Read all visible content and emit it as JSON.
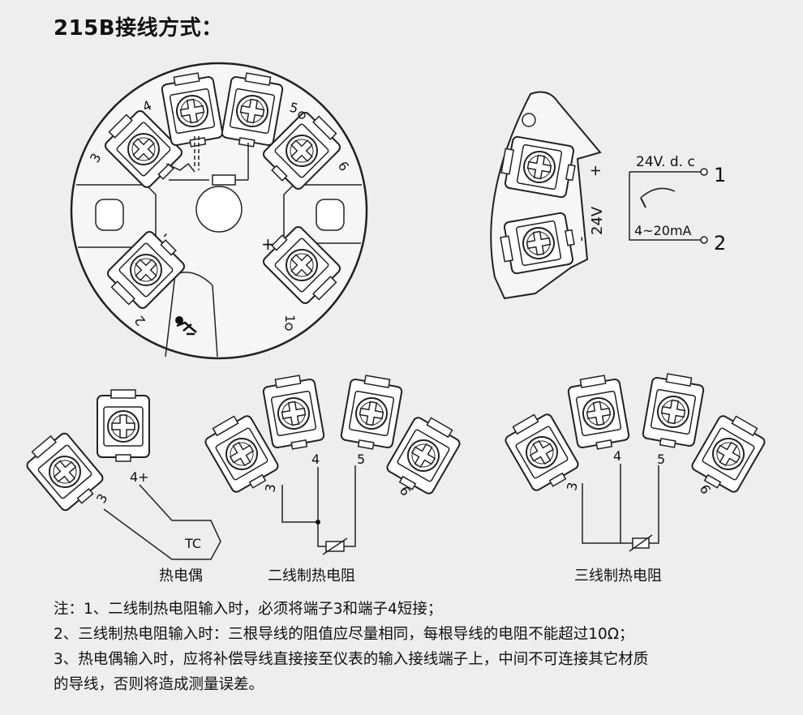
{
  "title": "215B接线方式：",
  "head_terminals": {
    "t1": "1",
    "t2": "2",
    "t3": "3",
    "t4": "4",
    "t5": "5",
    "t6": "6",
    "minus": "-",
    "plus": "+"
  },
  "power_side": {
    "voltage_vertical": "24V",
    "minus": "-",
    "plus": "+",
    "supply": "24V. d. c",
    "current": "4~20mA",
    "pin1": "1",
    "pin2": "2"
  },
  "sub_diagrams": {
    "thermocouple": {
      "caption": "热电偶",
      "tc_label": "TC",
      "term3": "3",
      "term4": "4+"
    },
    "two_wire": {
      "caption": "二线制热电阻",
      "t3": "3",
      "t4": "4",
      "t5": "5",
      "t6": "6"
    },
    "three_wire": {
      "caption": "三线制热电阻",
      "t3": "3",
      "t4": "4",
      "t5": "5",
      "t6": "6"
    }
  },
  "notes": [
    "注：1、二线制热电阻输入时，必须将端子3和端子4短接；",
    "2、三线制热电阻输入时：三根导线的阻值应尽量相同，每根导线的电阻不能超过10Ω；",
    "3、热电偶输入时，应将补偿导线直接接至仪表的输入接线端子上，中间不可连接其它材质",
    "的导线，否则将造成测量误差。"
  ]
}
